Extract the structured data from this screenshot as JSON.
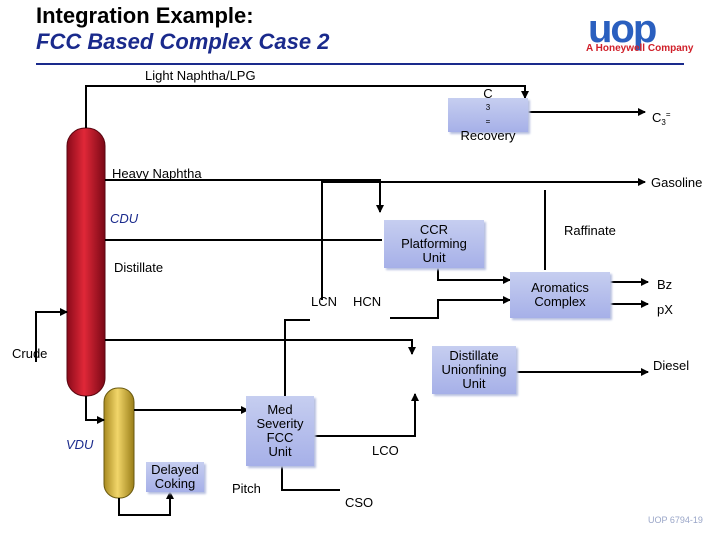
{
  "title": {
    "line1": "Integration Example:",
    "line2": "FCC Based Complex Case 2"
  },
  "logo": {
    "brand": "uop",
    "tagline": "A Honeywell Company"
  },
  "footer": "UOP 6794-19",
  "colors": {
    "accent": "#1a2a8c",
    "logo_blue": "#2a5fbf",
    "logo_red": "#d0202a",
    "cdu_column": "#c8102e",
    "vdu_column": "#e8c84a",
    "unit_box": "#b0b8ea"
  },
  "units": {
    "cdu": "CDU",
    "vdu": "VDU",
    "c3_recovery_line1": "C",
    "c3_recovery_sub": "3",
    "c3_recovery_sup": "=",
    "c3_recovery_line2": "Recovery",
    "ccr_line1": "CCR",
    "ccr_line2": "Platforming",
    "ccr_line3": "Unit",
    "aromatics_line1": "Aromatics",
    "aromatics_line2": "Complex",
    "unionfining_line1": "Distillate",
    "unionfining_line2": "Unionfining",
    "unionfining_line3": "Unit",
    "fcc_line1": "Med",
    "fcc_line2": "Severity",
    "fcc_line3": "FCC",
    "fcc_line4": "Unit",
    "coking_line1": "Delayed",
    "coking_line2": "Coking"
  },
  "streams": {
    "light_naphtha": "Light Naphtha/LPG",
    "heavy_naphtha": "Heavy Naphtha",
    "distillate": "Distillate",
    "crude": "Crude",
    "lcn": "LCN",
    "hcn": "HCN",
    "lco": "LCO",
    "cso": "CSO",
    "pitch": "Pitch",
    "raffinate": "Raffinate",
    "gasoline": "Gasoline",
    "c3_product": "C",
    "c3_product_sub": "3",
    "c3_product_sup": "=",
    "bz": "Bz",
    "px": "pX",
    "diesel": "Diesel"
  }
}
